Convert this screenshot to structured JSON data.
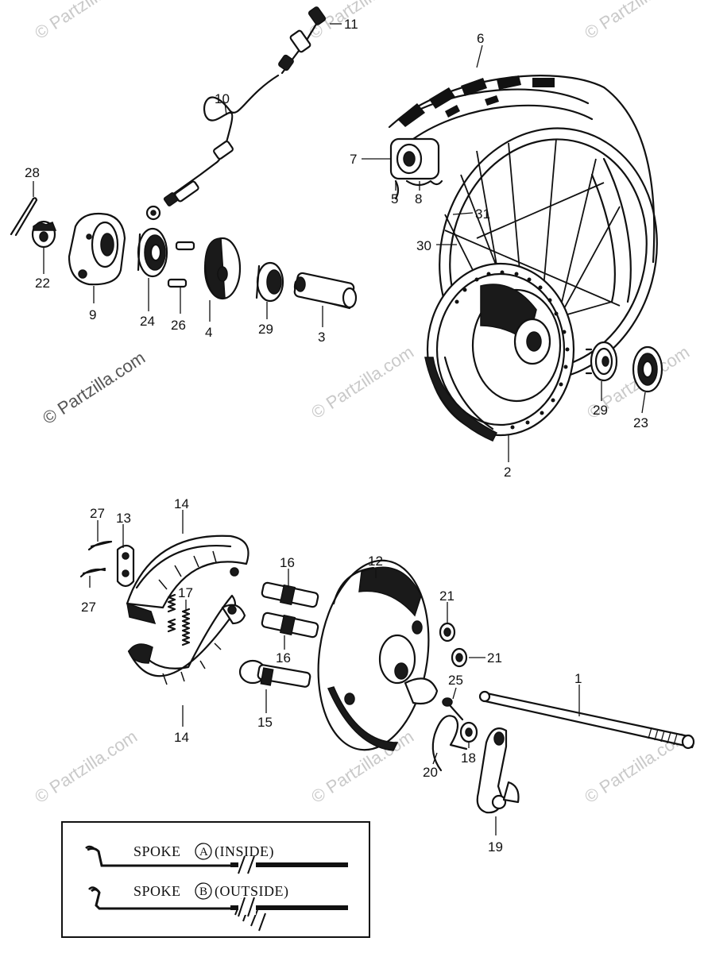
{
  "watermark": {
    "text": "© Partzilla.com"
  },
  "callouts": {
    "c1": "1",
    "c2": "2",
    "c3": "3",
    "c4": "4",
    "c5": "5",
    "c6": "6",
    "c7": "7",
    "c8": "8",
    "c9": "9",
    "c10": "10",
    "c11": "11",
    "c12": "12",
    "c13": "13",
    "c14a": "14",
    "c14b": "14",
    "c15": "15",
    "c16a": "16",
    "c16b": "16",
    "c17": "17",
    "c18": "18",
    "c19": "19",
    "c20": "20",
    "c21a": "21",
    "c21b": "21",
    "c22": "22",
    "c23": "23",
    "c24": "24",
    "c25": "25",
    "c26": "26",
    "c27a": "27",
    "c27b": "27",
    "c28": "28",
    "c29a": "29",
    "c29b": "29",
    "c30": "30",
    "c31": "31"
  },
  "legend": {
    "spoke_a_word": "SPOKE",
    "spoke_a_letter": "A",
    "spoke_a_desc": "(INSIDE)",
    "spoke_b_word": "SPOKE",
    "spoke_b_letter": "B",
    "spoke_b_desc": "(OUTSIDE)"
  }
}
